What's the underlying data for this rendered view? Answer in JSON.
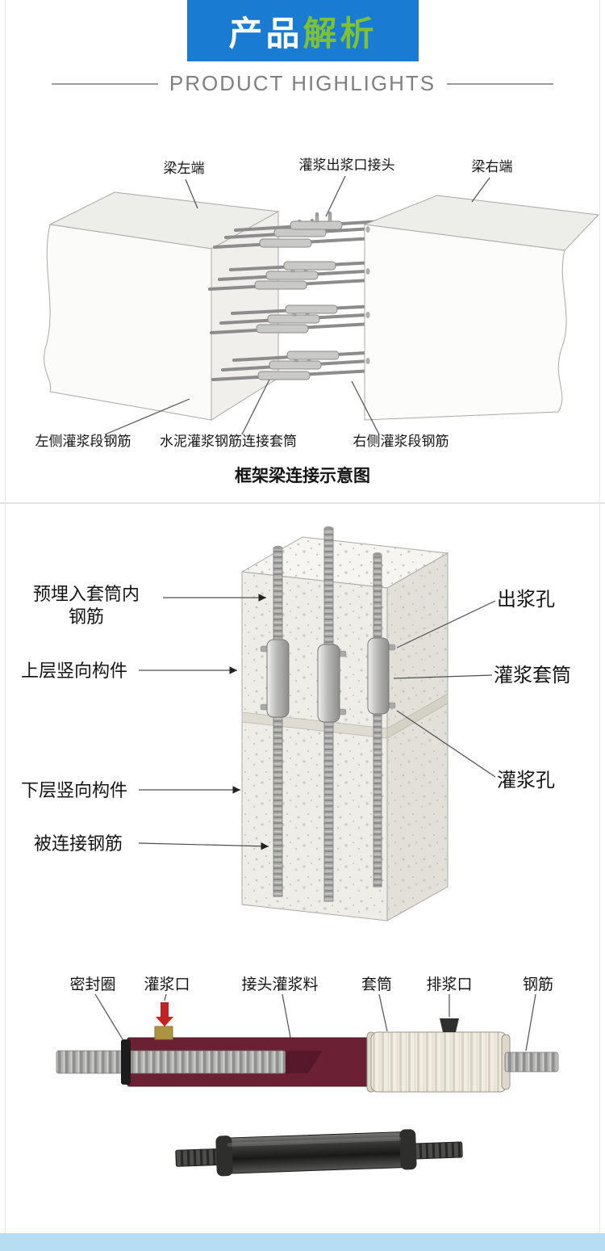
{
  "colors": {
    "banner_blue": "#1a7bd3",
    "accent_green": "#7ec234",
    "footer_blue": "#b6ddf1",
    "sleeve_maroon": "#6b2034",
    "arrow_red": "#c62222"
  },
  "header": {
    "title_white": "产品",
    "title_green": "解析",
    "subtitle": "PRODUCT HIGHLIGHTS"
  },
  "beam_diagram": {
    "labels": {
      "beam_left": "梁左端",
      "grout_outlet_joint": "灌浆出浆口接头",
      "beam_right": "梁右端",
      "left_grout_rebar": "左侧灌浆段钢筋",
      "cement_sleeve": "水泥灌浆钢筋连接套筒",
      "right_grout_rebar": "右侧灌浆段钢筋"
    },
    "caption": "框架梁连接示意图"
  },
  "column_diagram": {
    "labels": {
      "embedded_rebar_line1": "预埋入套筒内",
      "embedded_rebar_line2": "钢筋",
      "upper_member": "上层竖向构件",
      "lower_member": "下层竖向构件",
      "connected_rebar": "被连接钢筋",
      "grout_outlet_hole": "出浆孔",
      "grout_sleeve": "灌浆套筒",
      "grout_inlet_hole": "灌浆孔"
    }
  },
  "section_diagram": {
    "labels": {
      "seal_ring": "密封圈",
      "grout_inlet": "灌浆口",
      "joint_grout": "接头灌浆料",
      "sleeve": "套筒",
      "discharge_outlet": "排浆口",
      "rebar": "钢筋"
    }
  }
}
